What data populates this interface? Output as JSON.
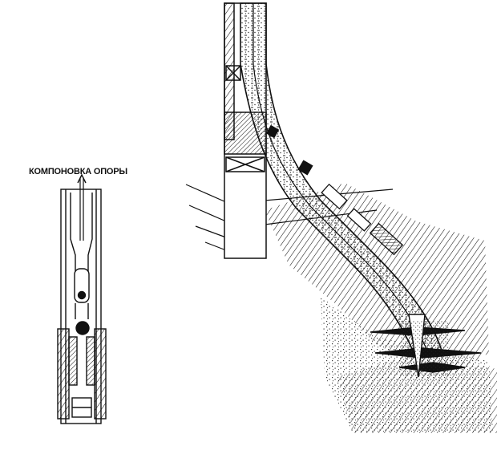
{
  "caption": "КОМПОНОВКА ОПОРЫ",
  "colors": {
    "ink": "#111111",
    "paper": "#ffffff",
    "fluid_stipple": "#333333"
  },
  "figures": {
    "support_assembly": {
      "kind": "cutaway",
      "subject": "support-assembly"
    },
    "wellbore": {
      "kind": "cutaway",
      "subject": "vertical-casing-with-sidetrack-into-formation"
    }
  }
}
